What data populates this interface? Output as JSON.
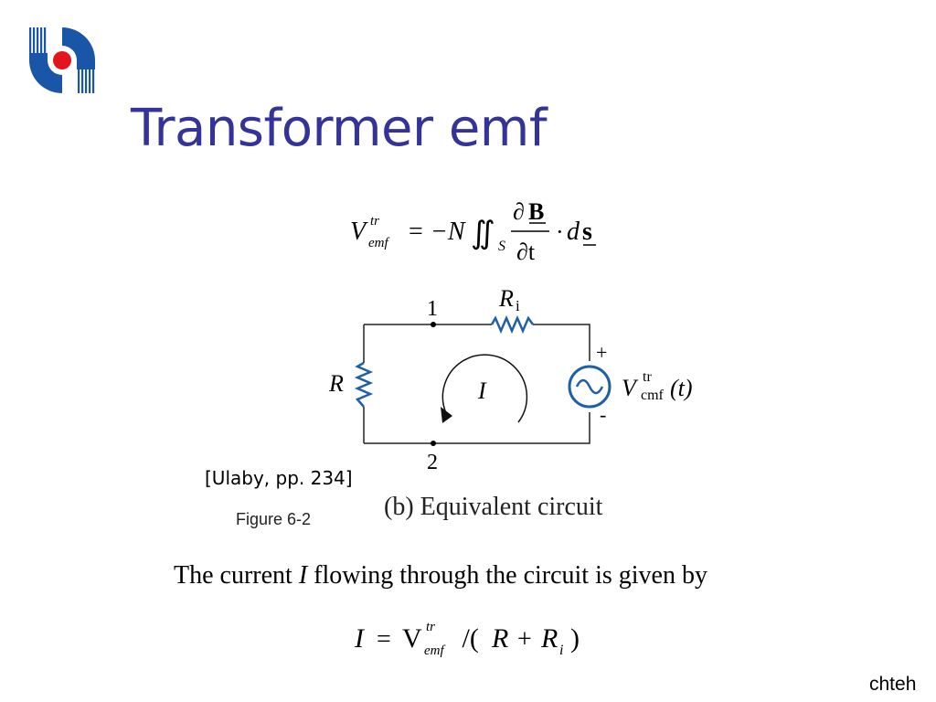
{
  "slide": {
    "title": "Transformer emf",
    "footer": "chteh",
    "citation": "[Ulaby, pp. 234]",
    "figure_label": "Figure 6-2",
    "figure_caption": "(b)  Equivalent circuit",
    "sentence": {
      "before": "The current ",
      "var": "I",
      "after": " flowing through the circuit is given by"
    }
  },
  "equation1": {
    "lhs_symbol": "V",
    "lhs_sup": "tr",
    "lhs_sub": "emf",
    "equals": "=",
    "minus_n": "−N",
    "integral": "∬",
    "surface_sub": "S",
    "num_partial": "∂",
    "num_B": "B",
    "den": "∂t",
    "dot": "·",
    "d": "d",
    "s_vec": "s"
  },
  "equation2": {
    "I": "I",
    "equals": "=",
    "V": "V",
    "sup": "tr",
    "sub": "emf",
    "rest": " /(",
    "R": "R",
    "plus": "+",
    "Ri_R": "R",
    "Ri_sub": "i",
    "close": ")"
  },
  "circuit": {
    "node1": "1",
    "node2": "2",
    "Ri_R": "R",
    "Ri_sub": "i",
    "R": "R",
    "current": "I",
    "plus": "+",
    "minus": "-",
    "source_V": "V",
    "source_sup": "tr",
    "source_sub": "cmf",
    "source_arg": "(t)"
  },
  "colors": {
    "title": "#333399",
    "logo_blue": "#1a56a8",
    "logo_red": "#e3141c",
    "component_blue": "#1f5fa8"
  }
}
